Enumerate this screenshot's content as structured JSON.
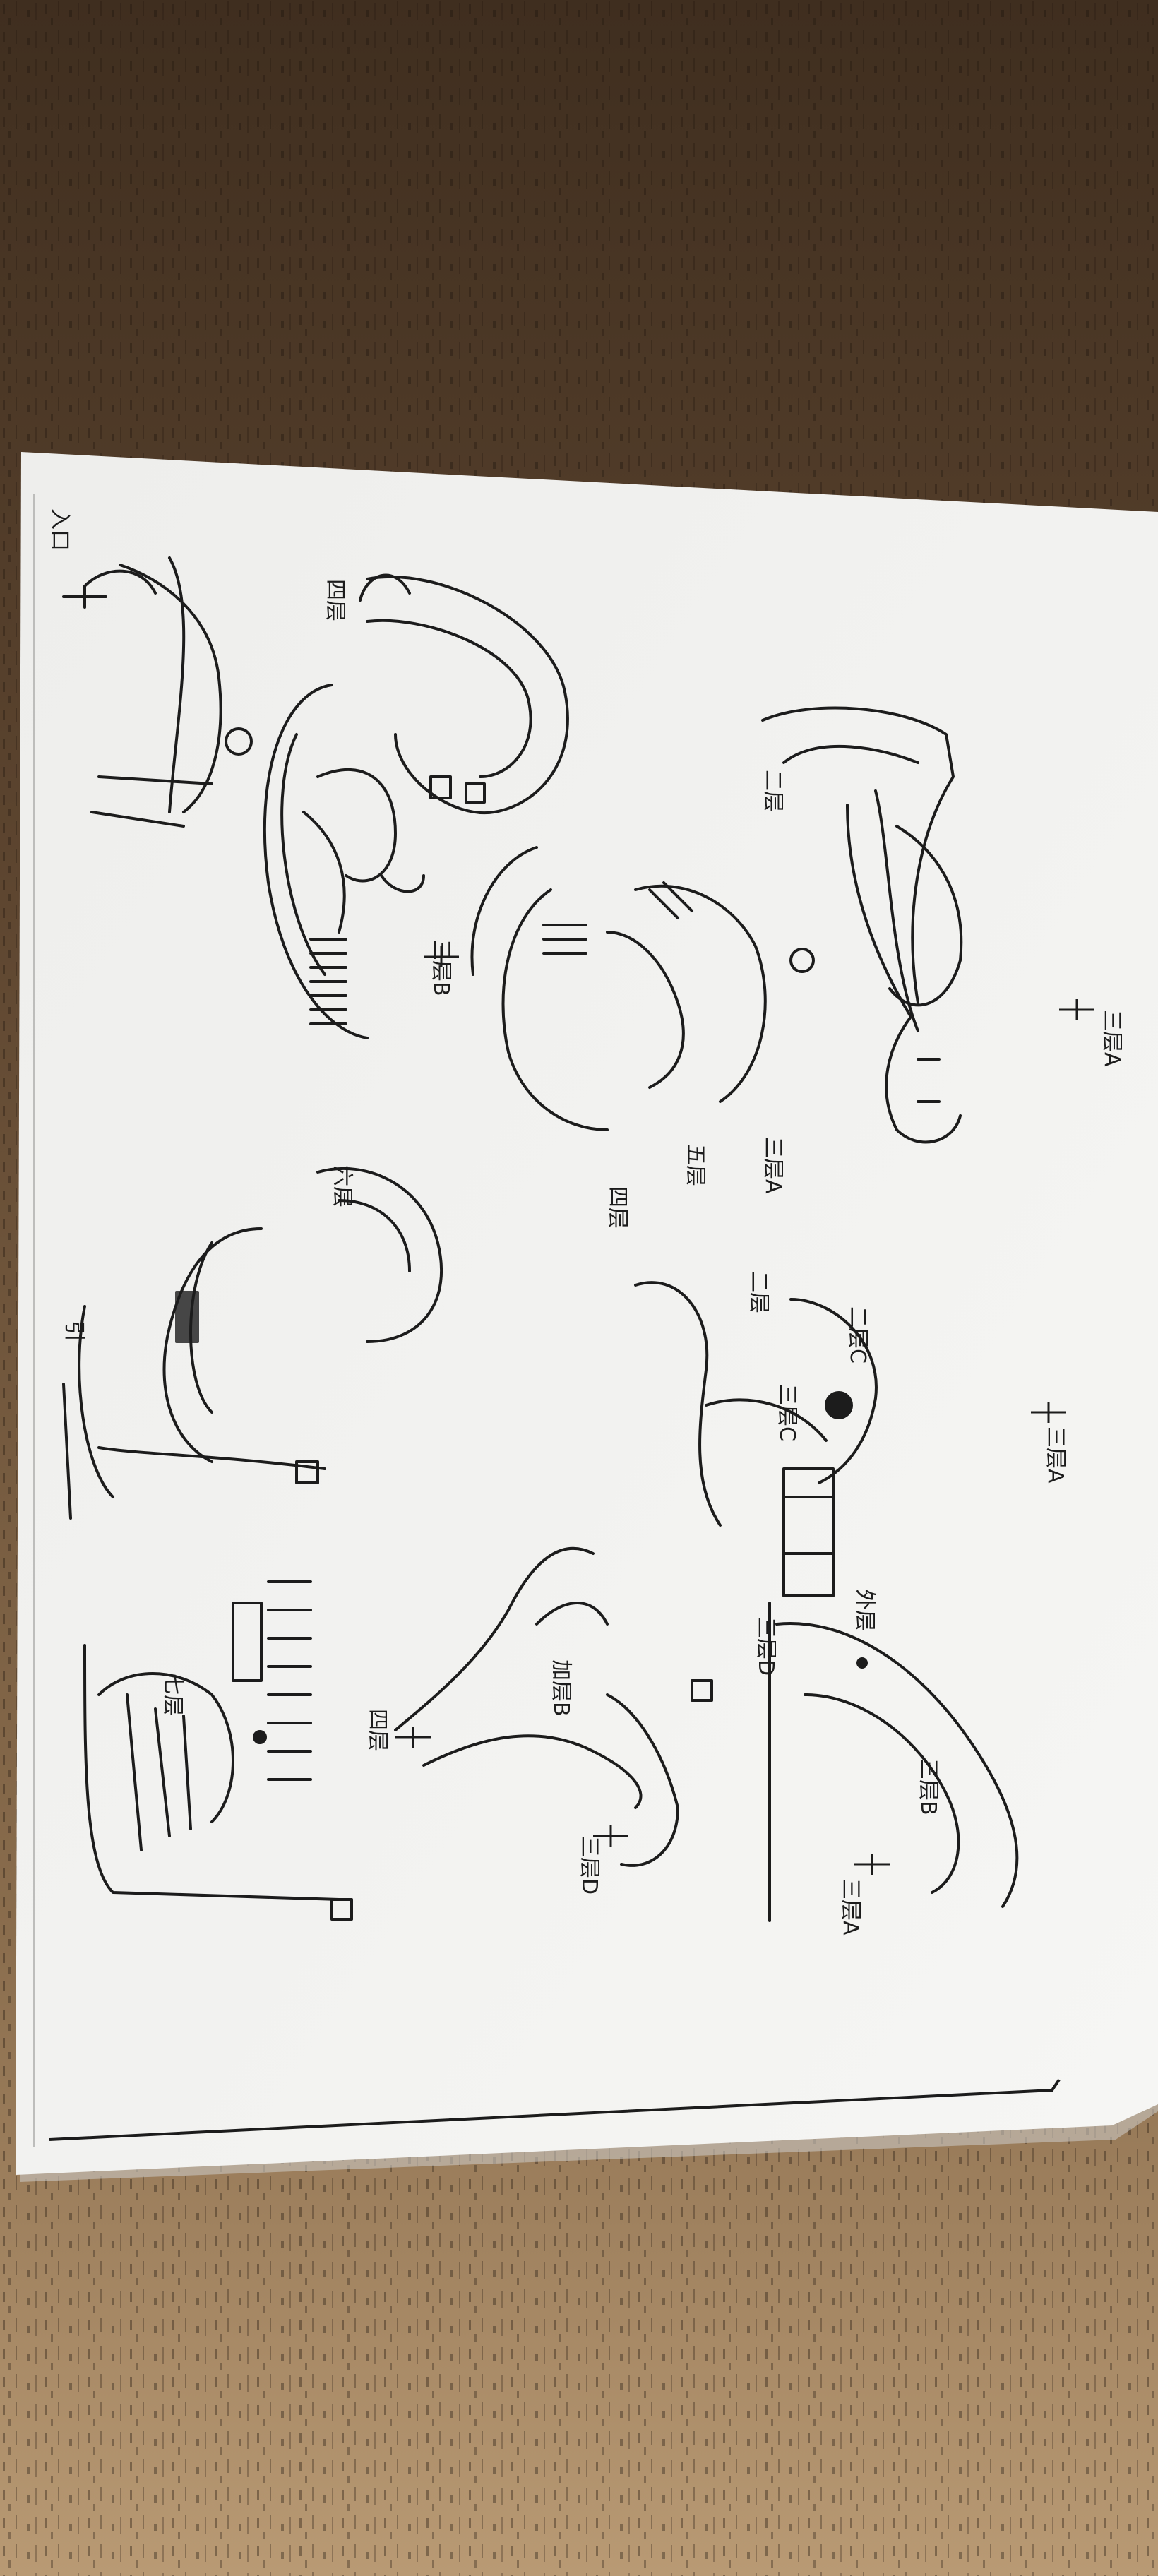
{
  "colors": {
    "wood_dark": "#3f2e1f",
    "wood_mid": "#6b5238",
    "wood_light": "#8a6d4d",
    "table_bottom": "#b99a74",
    "paper": "#f2f2f0",
    "paper_shadow": "#d8d8d6",
    "ink": "#1c1c1c"
  },
  "labels": {
    "top_left": "入口",
    "tl_4": "四层",
    "tm_1": "二层",
    "tm_2": "三层A",
    "tm_3": "三层B",
    "tm_4": "五层",
    "tm_5": "四层",
    "tm_6": "三层A",
    "lm_1": "六层",
    "lm_2": "引",
    "mr_1": "二层",
    "mr_2": "二层C",
    "mr_3": "三层C",
    "mr_4": "三层A",
    "mr_5": "三层D",
    "mr_6": "外层",
    "mr_7": "三层B",
    "mr_8": "三层A",
    "bl_1": "四层",
    "bl_2": "加层B",
    "bl_3": "三层D",
    "bl_4": "七层"
  }
}
